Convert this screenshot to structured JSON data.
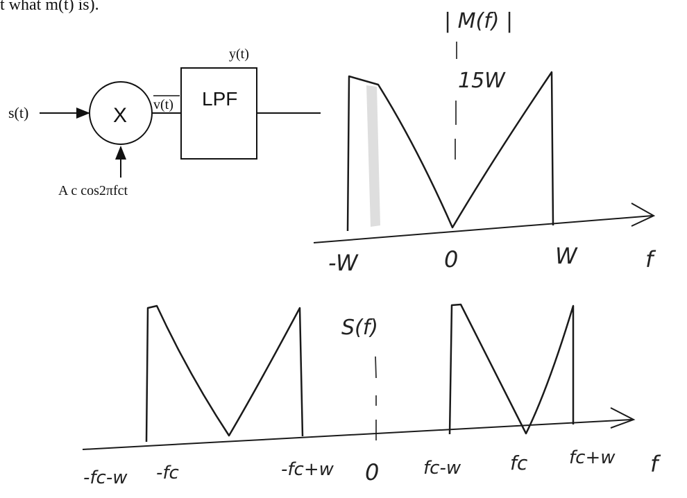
{
  "top_text": "t what m(t) is).",
  "block_diagram": {
    "input_label": "s(t)",
    "mixer_symbol": "X",
    "mixer_output_label": "v(t)",
    "filter_label": "LPF",
    "output_label": "y(t)",
    "carrier_label": "A c cos2πfct"
  },
  "spectrum_m": {
    "title": "| M(f) |",
    "peak_label": "15W",
    "tick_labels": [
      "-W",
      "0",
      "W"
    ],
    "axis_var": "f"
  },
  "spectrum_s": {
    "title": "S(f)",
    "tick_labels": [
      "-fc-w",
      "-fc",
      "-fc+w",
      "0",
      "fc-w",
      "fc",
      "fc+w"
    ],
    "axis_var": "f"
  },
  "colors": {
    "ink": "#1a1a1a",
    "pencil": "#555555",
    "shading": "#cccccc"
  }
}
